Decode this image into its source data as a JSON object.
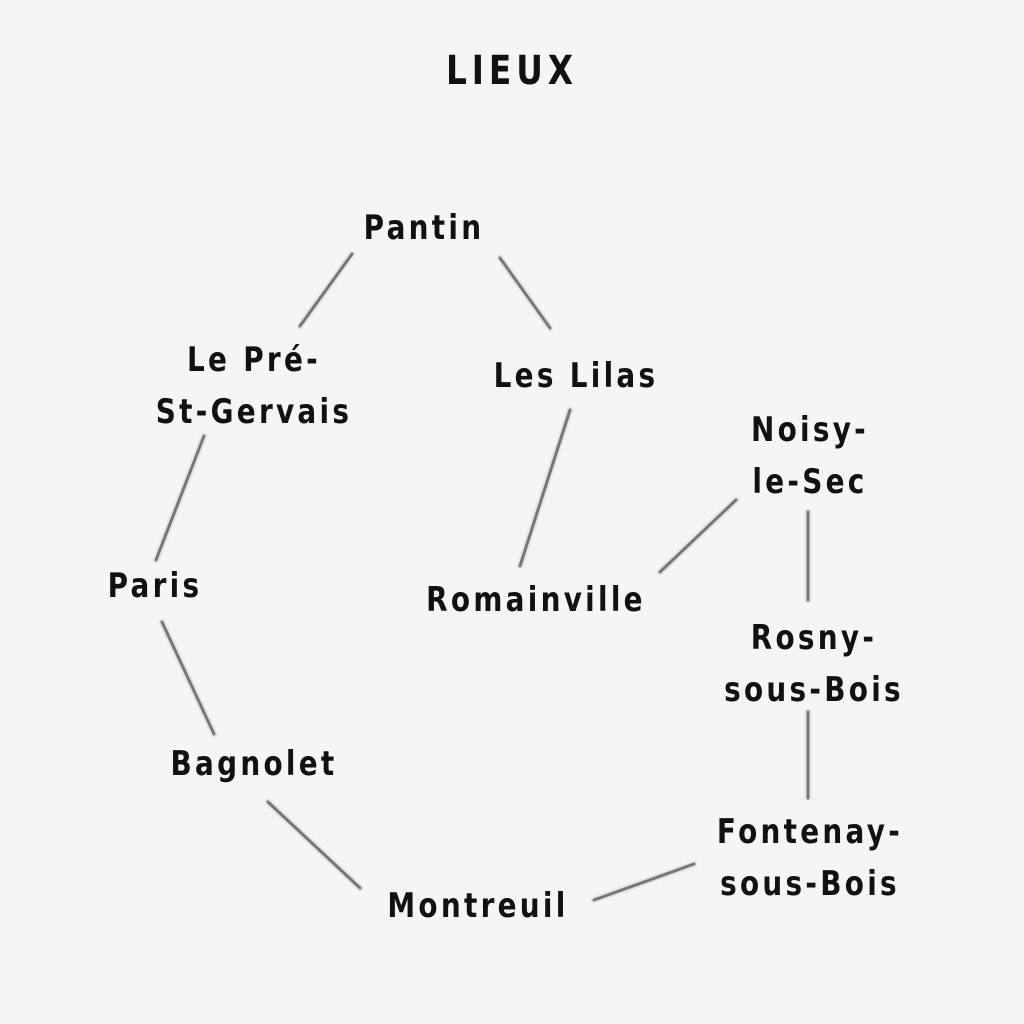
{
  "title": "LIEUX",
  "nodes": [
    {
      "id": "pantin",
      "lines": [
        "Pantin"
      ]
    },
    {
      "id": "le-pre-st-gervais",
      "lines": [
        "Le Pré-",
        "St-Gervais"
      ]
    },
    {
      "id": "les-lilas",
      "lines": [
        "Les Lilas"
      ]
    },
    {
      "id": "noisy-le-sec",
      "lines": [
        "Noisy-",
        "le-Sec"
      ]
    },
    {
      "id": "paris",
      "lines": [
        "Paris"
      ]
    },
    {
      "id": "romainville",
      "lines": [
        "Romainville"
      ]
    },
    {
      "id": "rosny-sous-bois",
      "lines": [
        "Rosny-",
        "sous-Bois"
      ]
    },
    {
      "id": "bagnolet",
      "lines": [
        "Bagnolet"
      ]
    },
    {
      "id": "fontenay-sous-bois",
      "lines": [
        "Fontenay-",
        "sous-Bois"
      ]
    },
    {
      "id": "montreuil",
      "lines": [
        "Montreuil"
      ]
    }
  ],
  "edges": [
    [
      "pantin",
      "le-pre-st-gervais"
    ],
    [
      "pantin",
      "les-lilas"
    ],
    [
      "le-pre-st-gervais",
      "paris"
    ],
    [
      "les-lilas",
      "romainville"
    ],
    [
      "romainville",
      "noisy-le-sec"
    ],
    [
      "noisy-le-sec",
      "rosny-sous-bois"
    ],
    [
      "paris",
      "bagnolet"
    ],
    [
      "rosny-sous-bois",
      "fontenay-sous-bois"
    ],
    [
      "bagnolet",
      "montreuil"
    ],
    [
      "montreuil",
      "fontenay-sous-bois"
    ]
  ]
}
